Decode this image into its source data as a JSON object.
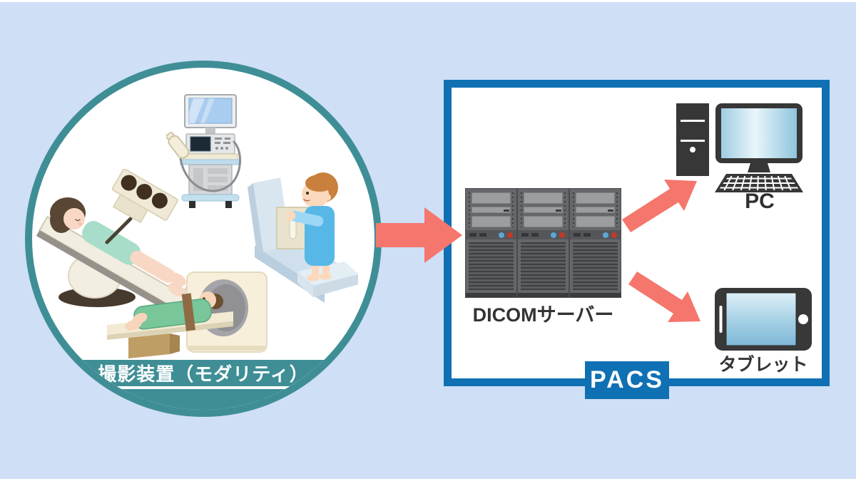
{
  "page": {
    "background": "#cedff6",
    "frame": "#ffffff"
  },
  "colors": {
    "teal": "#3f8e96",
    "pacs_blue": "#1070b4",
    "arrow_pink": "#f5766c",
    "label_dark": "#333333",
    "white": "#ffffff"
  },
  "modality": {
    "banner_label": "撮影装置（モダリティ）",
    "devices": [
      {
        "name": "ultrasound-machine"
      },
      {
        "name": "xray-fluoroscopy-table"
      },
      {
        "name": "chest-xray-stand"
      },
      {
        "name": "ct-scanner"
      }
    ]
  },
  "pacs": {
    "box_label": "PACS",
    "server_label": "DICOMサーバー",
    "pc_label": "PC",
    "tablet_label": "タブレット"
  }
}
